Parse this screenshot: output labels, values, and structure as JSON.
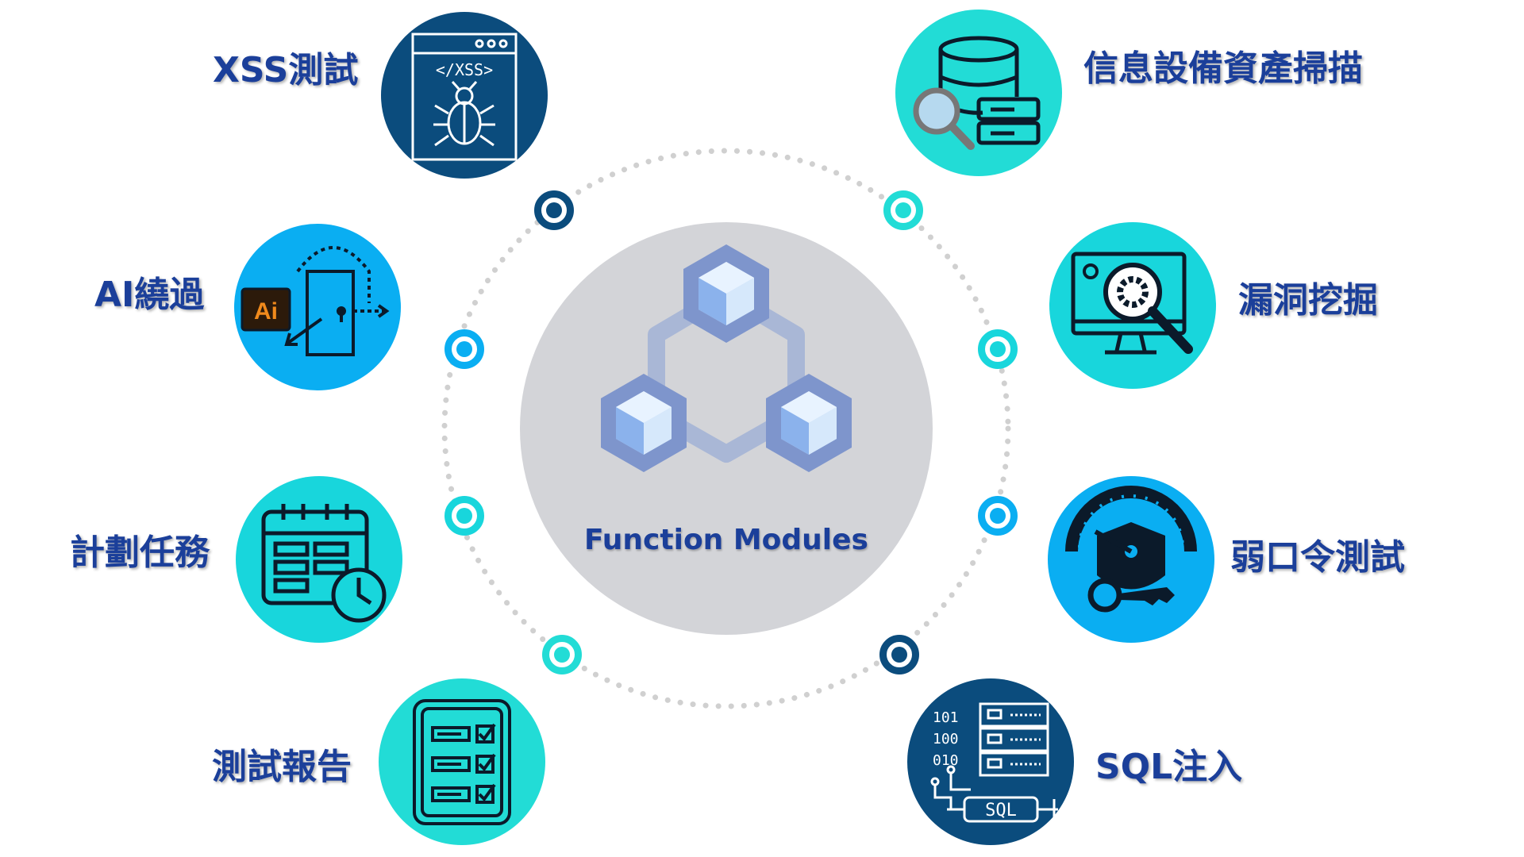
{
  "hub": {
    "title": "Function Modules"
  },
  "colors": {
    "navy": "#0b4c7d",
    "bright_blue": "#0aaef2",
    "cyan": "#18d6dc",
    "turquoise": "#22dcd6",
    "label_blue": "#1b3f9a",
    "hub_gray": "#d3d4d8",
    "ring_dots": "#d0d0d0"
  },
  "modules_left": [
    {
      "label": "XSS測試",
      "icon": "xss-bug-window-icon"
    },
    {
      "label": "AI繞過",
      "icon": "ai-door-bypass-icon"
    },
    {
      "label": "計劃任務",
      "icon": "calendar-clock-icon"
    },
    {
      "label": "測試報告",
      "icon": "checklist-report-icon"
    }
  ],
  "modules_right": [
    {
      "label": "信息設備資產掃描",
      "icon": "database-scan-icon"
    },
    {
      "label": "漏洞挖掘",
      "icon": "monitor-gear-search-icon"
    },
    {
      "label": "弱口令測試",
      "icon": "gauge-shield-key-icon"
    },
    {
      "label": "SQL注入",
      "icon": "sql-server-syringe-icon"
    }
  ],
  "icon_text": {
    "xss_tag": "</XSS>",
    "ai_badge": "Ai",
    "sql_tag": "SQL",
    "binary": [
      "101",
      "100",
      "010"
    ]
  }
}
